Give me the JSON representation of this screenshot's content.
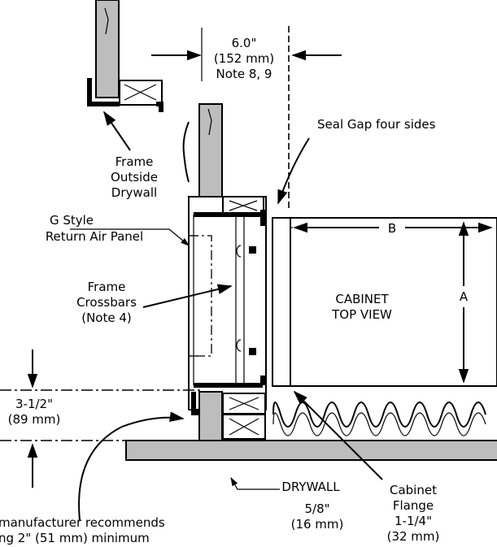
{
  "labels": {
    "dim_width_1": "6.0\"",
    "dim_width_2": "(152 mm)",
    "dim_width_3": "Note 8, 9",
    "seal_gap": "Seal Gap four sides",
    "frame_outside_1": "Frame",
    "frame_outside_2": "Outside",
    "frame_outside_3": "Drywall",
    "g_style_1": "G Style",
    "g_style_2": "Return Air Panel",
    "crossbars_1": "Frame",
    "crossbars_2": "Crossbars",
    "crossbars_3": "(Note 4)",
    "dim_b": "B",
    "dim_a": "A",
    "cabinet_1": "CABINET",
    "cabinet_2": "TOP VIEW",
    "dim_height_1": "3-1/2\"",
    "dim_height_2": "(89 mm)",
    "drywall_1": "DRYWALL",
    "drywall_2": "5/8\"",
    "drywall_3": "(16 mm)",
    "flange_1": "Cabinet",
    "flange_2": "Flange",
    "flange_3": "1-1/4\"",
    "flange_4": "(32 mm)",
    "note_1": "manufacturer recommends",
    "note_2": "ng 2\" (51 mm) minimum"
  }
}
